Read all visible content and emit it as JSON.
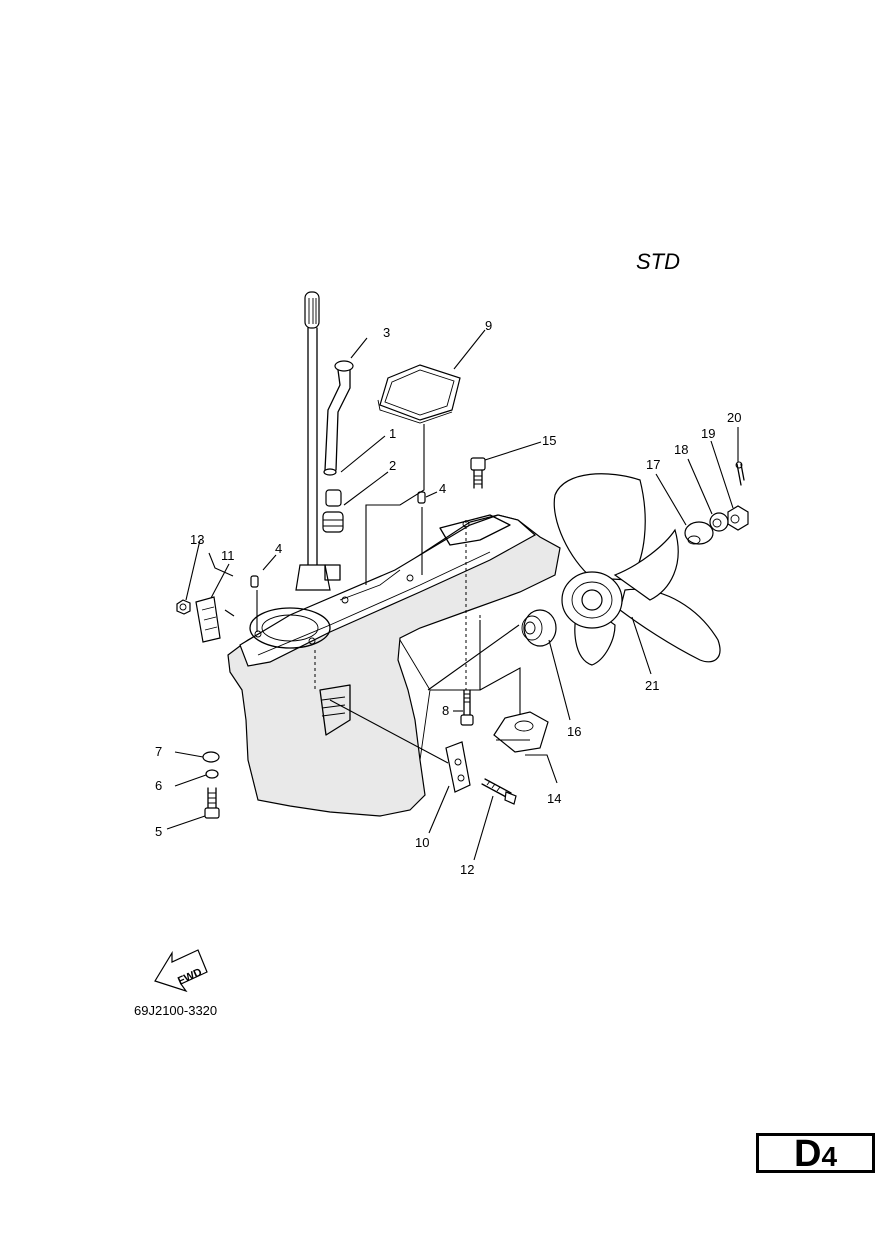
{
  "variant_label": "STD",
  "part_code": "69J2100-3320",
  "page_tag": {
    "letter": "D",
    "number": "4"
  },
  "fwd_label": "FWD",
  "callouts": [
    "1",
    "2",
    "3",
    "4",
    "4",
    "5",
    "6",
    "7",
    "8",
    "9",
    "10",
    "11",
    "12",
    "13",
    "14",
    "15",
    "16",
    "17",
    "18",
    "19",
    "20",
    "21"
  ]
}
